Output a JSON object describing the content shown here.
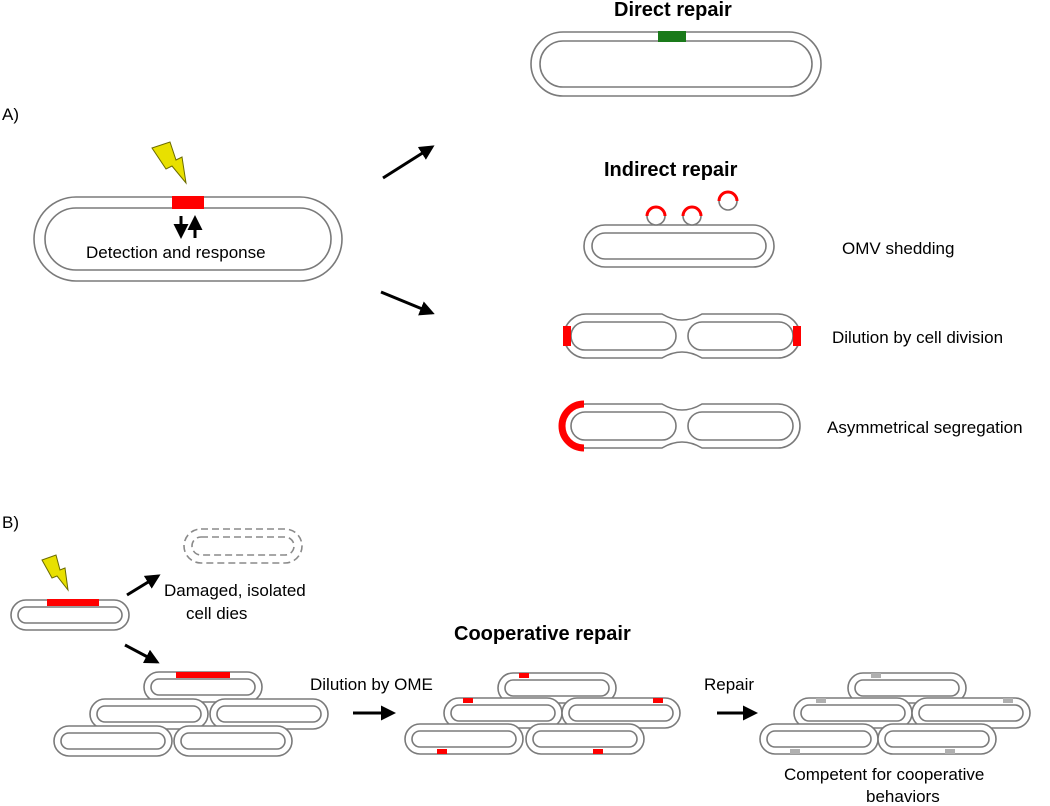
{
  "panel_a": {
    "label": "A)",
    "initial_cell_caption": "Detection and response",
    "direct_repair_title": "Direct repair",
    "indirect_repair_title": "Indirect repair",
    "outcomes": {
      "omv_shedding": "OMV shedding",
      "dilution_division": "Dilution by cell division",
      "asymmetric_segregation": "Asymmetrical segregation"
    }
  },
  "panel_b": {
    "label": "B)",
    "isolated_death_line1": "Damaged, isolated",
    "isolated_death_line2": "cell dies",
    "cooperative_repair_title": "Cooperative repair",
    "step_dilution": "Dilution by OME",
    "step_repair": "Repair",
    "competent_line1": "Competent for cooperative",
    "competent_line2": "behaviors"
  },
  "colors": {
    "damage": "#ff0000",
    "repaired_direct": "#1a7a1a",
    "repaired_cooperative": "#b0b0b0",
    "lightning": "#e8e000",
    "cell_outline": "#7a7a7a"
  },
  "icons": [
    "lightning-icon",
    "arrow-icon",
    "double-arrow-icon"
  ]
}
